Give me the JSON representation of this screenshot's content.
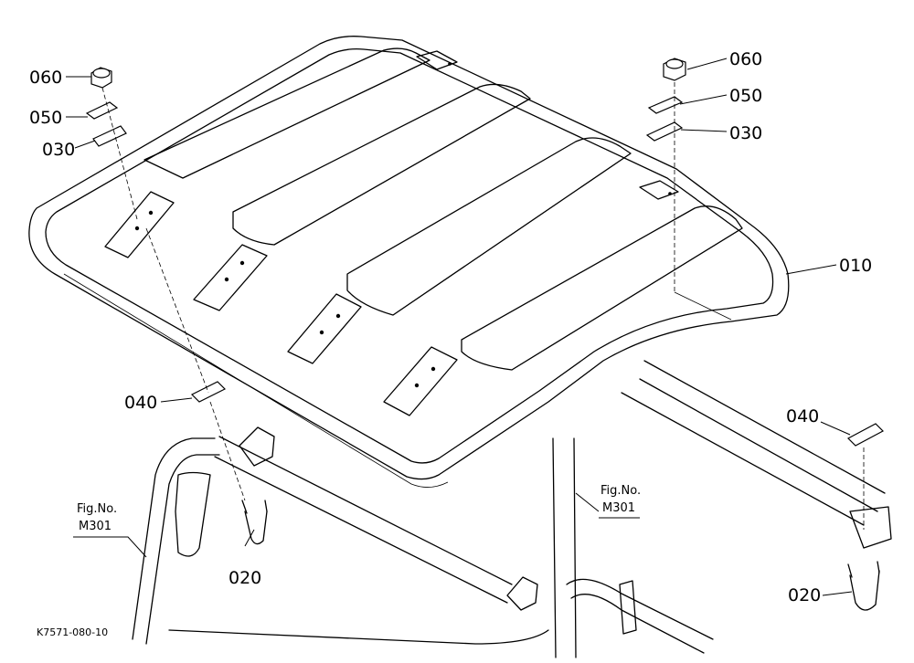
{
  "labels": {
    "p010": "010",
    "p020_left": "020",
    "p020_right": "020",
    "p030_left": "030",
    "p030_right": "030",
    "p040_left": "040",
    "p040_right": "040",
    "p050_left": "050",
    "p050_right": "050",
    "p060_left": "060",
    "p060_right": "060"
  },
  "fig_refs": {
    "left_line1": "Fig.No.",
    "left_line2": "M301",
    "mid_line1": "Fig.No.",
    "mid_line2": "M301"
  },
  "drawing_code": "K7571-080-10"
}
